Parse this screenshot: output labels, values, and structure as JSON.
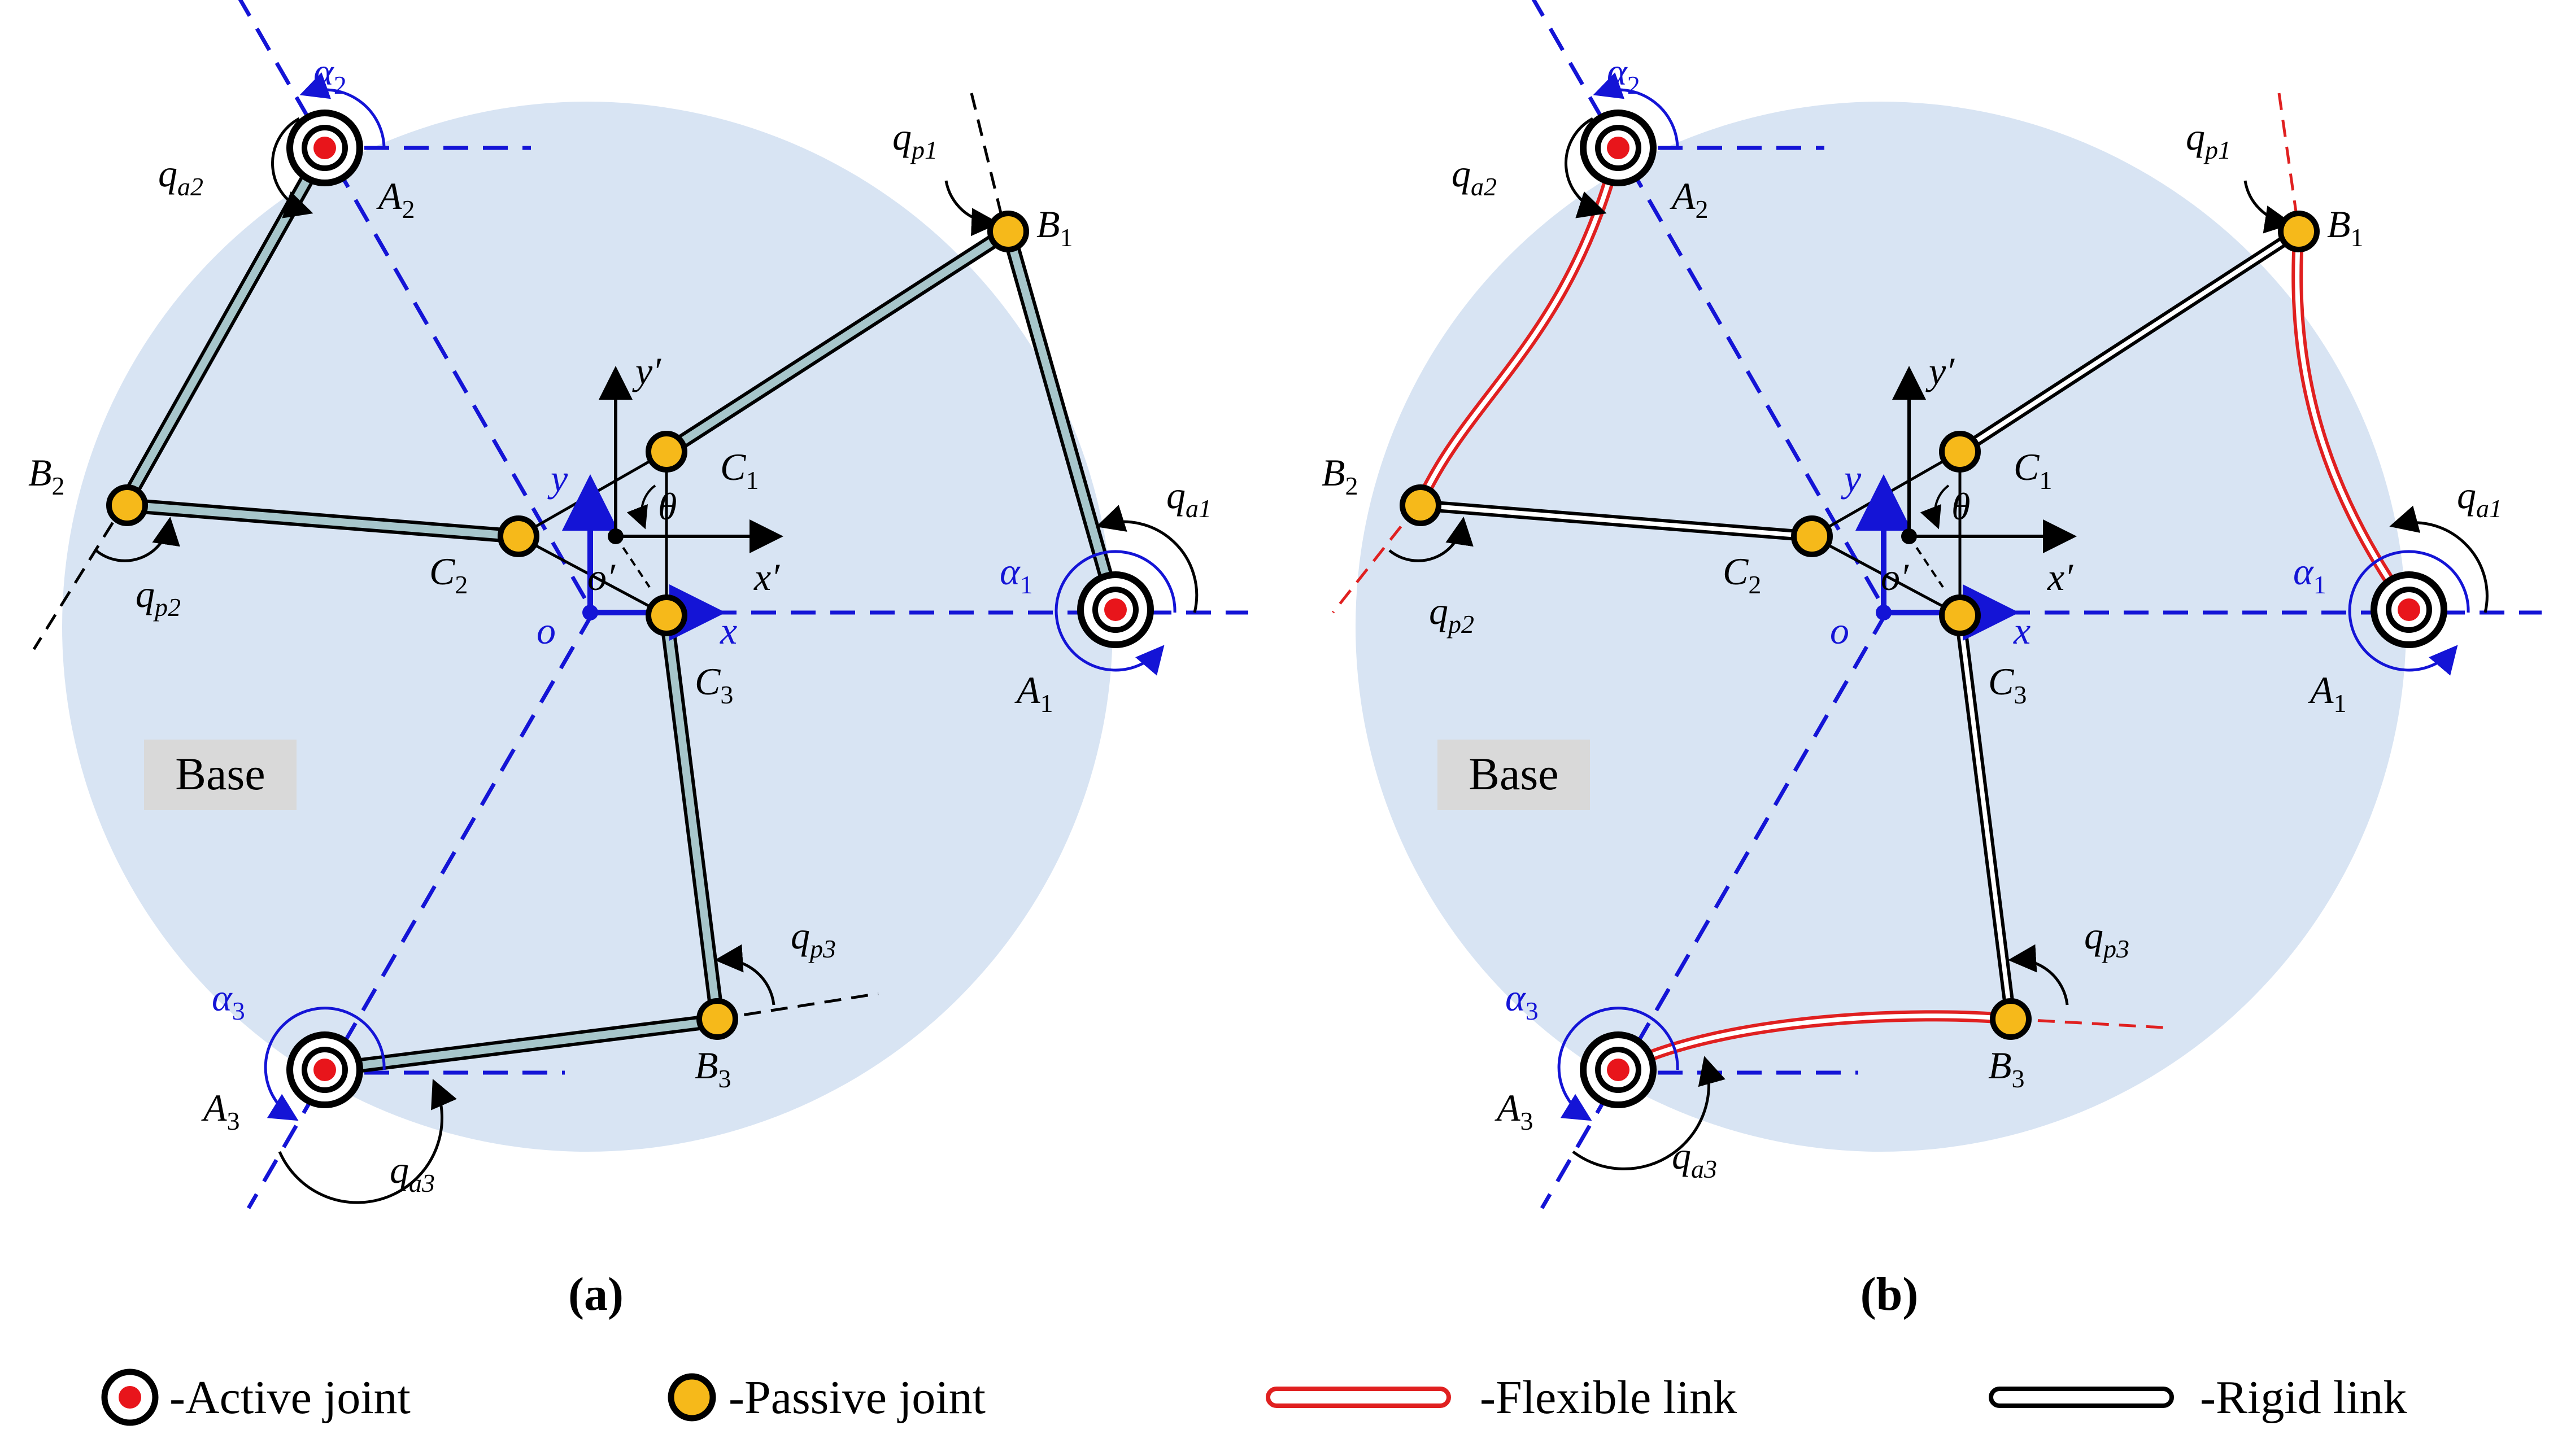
{
  "panels": [
    {
      "caption": "(a)",
      "base_label": "Base",
      "labels": {
        "A1": {
          "main": "A",
          "sub": "1"
        },
        "A2": {
          "main": "A",
          "sub": "2"
        },
        "A3": {
          "main": "A",
          "sub": "3"
        },
        "B1": {
          "main": "B",
          "sub": "1"
        },
        "B2": {
          "main": "B",
          "sub": "2"
        },
        "B3": {
          "main": "B",
          "sub": "3"
        },
        "C1": {
          "main": "C",
          "sub": "1"
        },
        "C2": {
          "main": "C",
          "sub": "2"
        },
        "C3": {
          "main": "C",
          "sub": "3"
        },
        "qa1": {
          "main": "q",
          "sub": "a1"
        },
        "qa2": {
          "main": "q",
          "sub": "a2"
        },
        "qa3": {
          "main": "q",
          "sub": "a3"
        },
        "qp1": {
          "main": "q",
          "sub": "p1"
        },
        "qp2": {
          "main": "q",
          "sub": "p2"
        },
        "qp3": {
          "main": "q",
          "sub": "p3"
        },
        "alpha1": {
          "main": "α",
          "sub": "1"
        },
        "alpha2": {
          "main": "α",
          "sub": "2"
        },
        "alpha3": {
          "main": "α",
          "sub": "3"
        },
        "x": "x",
        "y": "y",
        "o": "o",
        "xp": "x′",
        "yp": "y′",
        "op": "o′",
        "theta": "θ"
      }
    },
    {
      "caption": "(b)",
      "base_label": "Base",
      "labels": {
        "A1": {
          "main": "A",
          "sub": "1"
        },
        "A2": {
          "main": "A",
          "sub": "2"
        },
        "A3": {
          "main": "A",
          "sub": "3"
        },
        "B1": {
          "main": "B",
          "sub": "1"
        },
        "B2": {
          "main": "B",
          "sub": "2"
        },
        "B3": {
          "main": "B",
          "sub": "3"
        },
        "C1": {
          "main": "C",
          "sub": "1"
        },
        "C2": {
          "main": "C",
          "sub": "2"
        },
        "C3": {
          "main": "C",
          "sub": "3"
        },
        "qa1": {
          "main": "q",
          "sub": "a1"
        },
        "qa2": {
          "main": "q",
          "sub": "a2"
        },
        "qa3": {
          "main": "q",
          "sub": "a3"
        },
        "qp1": {
          "main": "q",
          "sub": "p1"
        },
        "qp2": {
          "main": "q",
          "sub": "p2"
        },
        "qp3": {
          "main": "q",
          "sub": "p3"
        },
        "alpha1": {
          "main": "α",
          "sub": "1"
        },
        "alpha2": {
          "main": "α",
          "sub": "2"
        },
        "alpha3": {
          "main": "α",
          "sub": "3"
        },
        "x": "x",
        "y": "y",
        "o": "o",
        "xp": "x′",
        "yp": "y′",
        "op": "o′",
        "theta": "θ"
      }
    }
  ],
  "legend": {
    "active": "-Active joint",
    "passive": "-Passive joint",
    "flexible": "-Flexible link",
    "rigid": "-Rigid link"
  },
  "colors": {
    "base_fill": "#d8e4f3",
    "axis_blue": "#1414d6",
    "active_red": "#e8151b",
    "passive_yellow": "#f6b91a",
    "flex_red": "#e02020",
    "rigid_link_fill": "#a7c6cb",
    "base_box": "#d9d9d9"
  }
}
